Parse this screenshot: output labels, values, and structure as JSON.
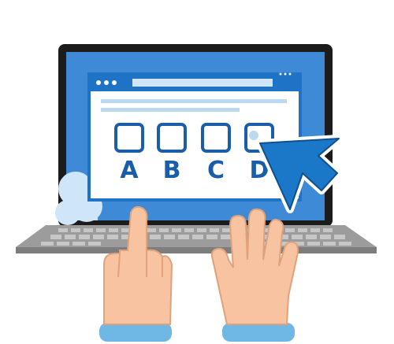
{
  "quiz": {
    "options": [
      {
        "letter": "A",
        "selected": false
      },
      {
        "letter": "B",
        "selected": false
      },
      {
        "letter": "C",
        "selected": false
      },
      {
        "letter": "D",
        "selected": true
      }
    ]
  },
  "colors": {
    "screen_bezel": "#1c1c1c",
    "screen_blue": "#3f8ad6",
    "screen_light": "#cfe5f8",
    "window_frame": "#1f73c6",
    "window_bg": "#ffffff",
    "accent_blue": "#1a5ea9",
    "keyboard_base": "#9c9c9c",
    "key_color": "#c7c7c7",
    "hand_skin": "#f7c3a0",
    "hand_outline": "#e0a27d",
    "cuff_blue": "#6fb8e6",
    "cursor_fill": "#1b78c8",
    "cursor_outline": "#ffffff"
  },
  "icons": {
    "cursor": "mouse-pointer-arrow-icon",
    "window_dots": "window-control-dots-icon"
  }
}
